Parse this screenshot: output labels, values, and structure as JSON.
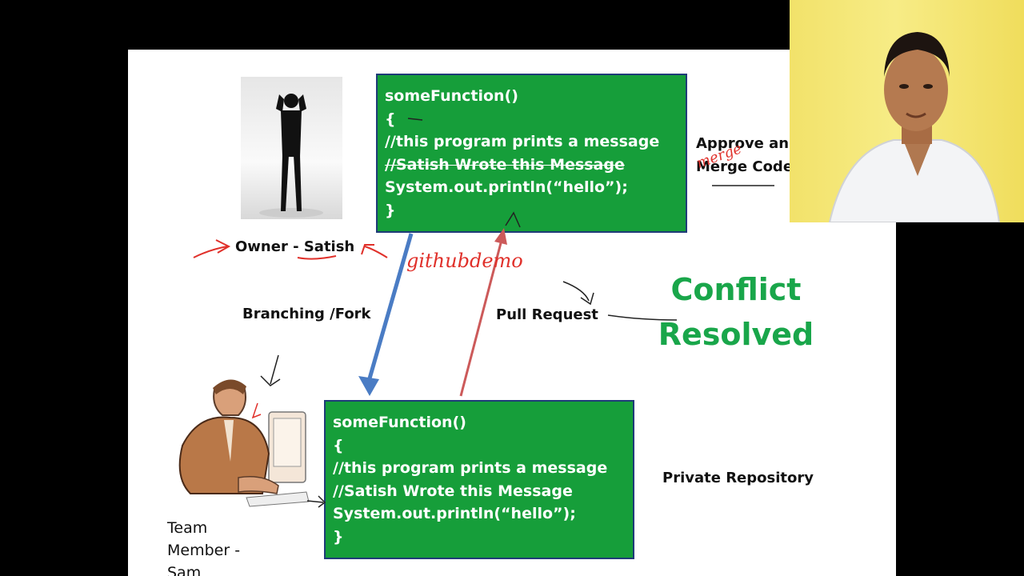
{
  "top_code": {
    "lines": [
      "someFunction()",
      "{",
      "//this program prints a message",
      "//Satish Wrote this Message",
      "System.out.println(“hello”);",
      "}"
    ]
  },
  "bottom_code": {
    "lines": [
      "someFunction()",
      "{",
      "//this program prints a message",
      "//Satish Wrote this Message",
      "System.out.println(“hello”);",
      "}"
    ]
  },
  "labels": {
    "owner": "Owner - Satish",
    "branching": "Branching /Fork",
    "pull_request": "Pull Request",
    "approve_line1": "Approve and",
    "approve_line2": "Merge Code",
    "conflict_line1": "Conflict",
    "conflict_line2": "Resolved",
    "private_repo": "Private Repository",
    "team_member_line1": "Team",
    "team_member_line2": "Member -",
    "team_member_line3": "Sam"
  },
  "annotations": {
    "handwritten_github": "githubdemo",
    "handwritten_approve": "merge"
  },
  "colors": {
    "code_box_green": "#169e3a",
    "code_box_border": "#1f3b78",
    "conflict_green": "#19a64a",
    "fork_arrow_blue": "#4a7cc4",
    "pull_arrow_red": "#cc5a5a",
    "ink_red": "#e0302a"
  }
}
